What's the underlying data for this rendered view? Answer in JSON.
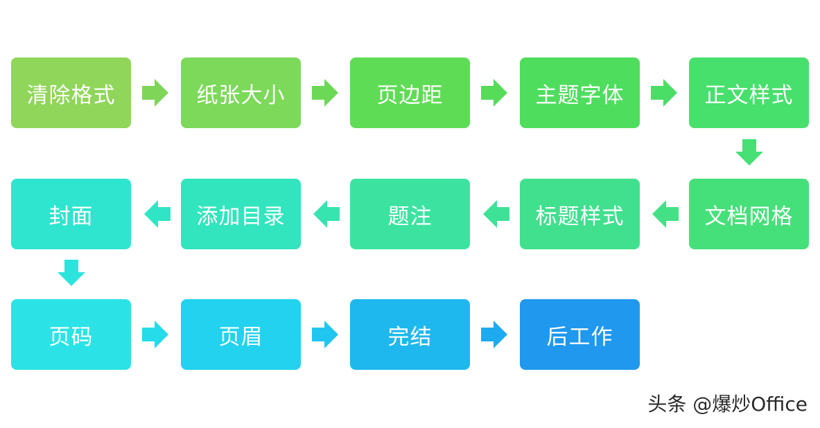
{
  "steps": [
    {
      "label": "清除格式",
      "color": "#8fd65a"
    },
    {
      "label": "纸张大小",
      "color": "#7cd95a"
    },
    {
      "label": "页边距",
      "color": "#5fdc55"
    },
    {
      "label": "主题字体",
      "color": "#4fdd5e"
    },
    {
      "label": "正文样式",
      "color": "#47e06c"
    },
    {
      "label": "文档网格",
      "color": "#46e07a"
    },
    {
      "label": "标题样式",
      "color": "#40e08e"
    },
    {
      "label": "题注",
      "color": "#3ce3a0"
    },
    {
      "label": "添加目录",
      "color": "#32e5be"
    },
    {
      "label": "封面",
      "color": "#2fe5cf"
    },
    {
      "label": "页码",
      "color": "#2be3e6"
    },
    {
      "label": "页眉",
      "color": "#22d2ee"
    },
    {
      "label": "完结",
      "color": "#1eb8ef"
    },
    {
      "label": "后工作",
      "color": "#1f98ee"
    }
  ],
  "arrows": [
    {
      "dir": "right",
      "color": "#7fd558"
    },
    {
      "dir": "right",
      "color": "#6cd956"
    },
    {
      "dir": "right",
      "color": "#56dc58"
    },
    {
      "dir": "right",
      "color": "#4bde66"
    },
    {
      "dir": "down",
      "color": "#46e074"
    },
    {
      "dir": "left",
      "color": "#43e085"
    },
    {
      "dir": "left",
      "color": "#3ee297"
    },
    {
      "dir": "left",
      "color": "#37e4af"
    },
    {
      "dir": "left",
      "color": "#30e5c6"
    },
    {
      "dir": "down",
      "color": "#2de4dc"
    },
    {
      "dir": "right",
      "color": "#26dbea"
    },
    {
      "dir": "right",
      "color": "#20c6ef"
    },
    {
      "dir": "right",
      "color": "#1eaaef"
    }
  ],
  "watermark": "头条 @爆炒Office"
}
